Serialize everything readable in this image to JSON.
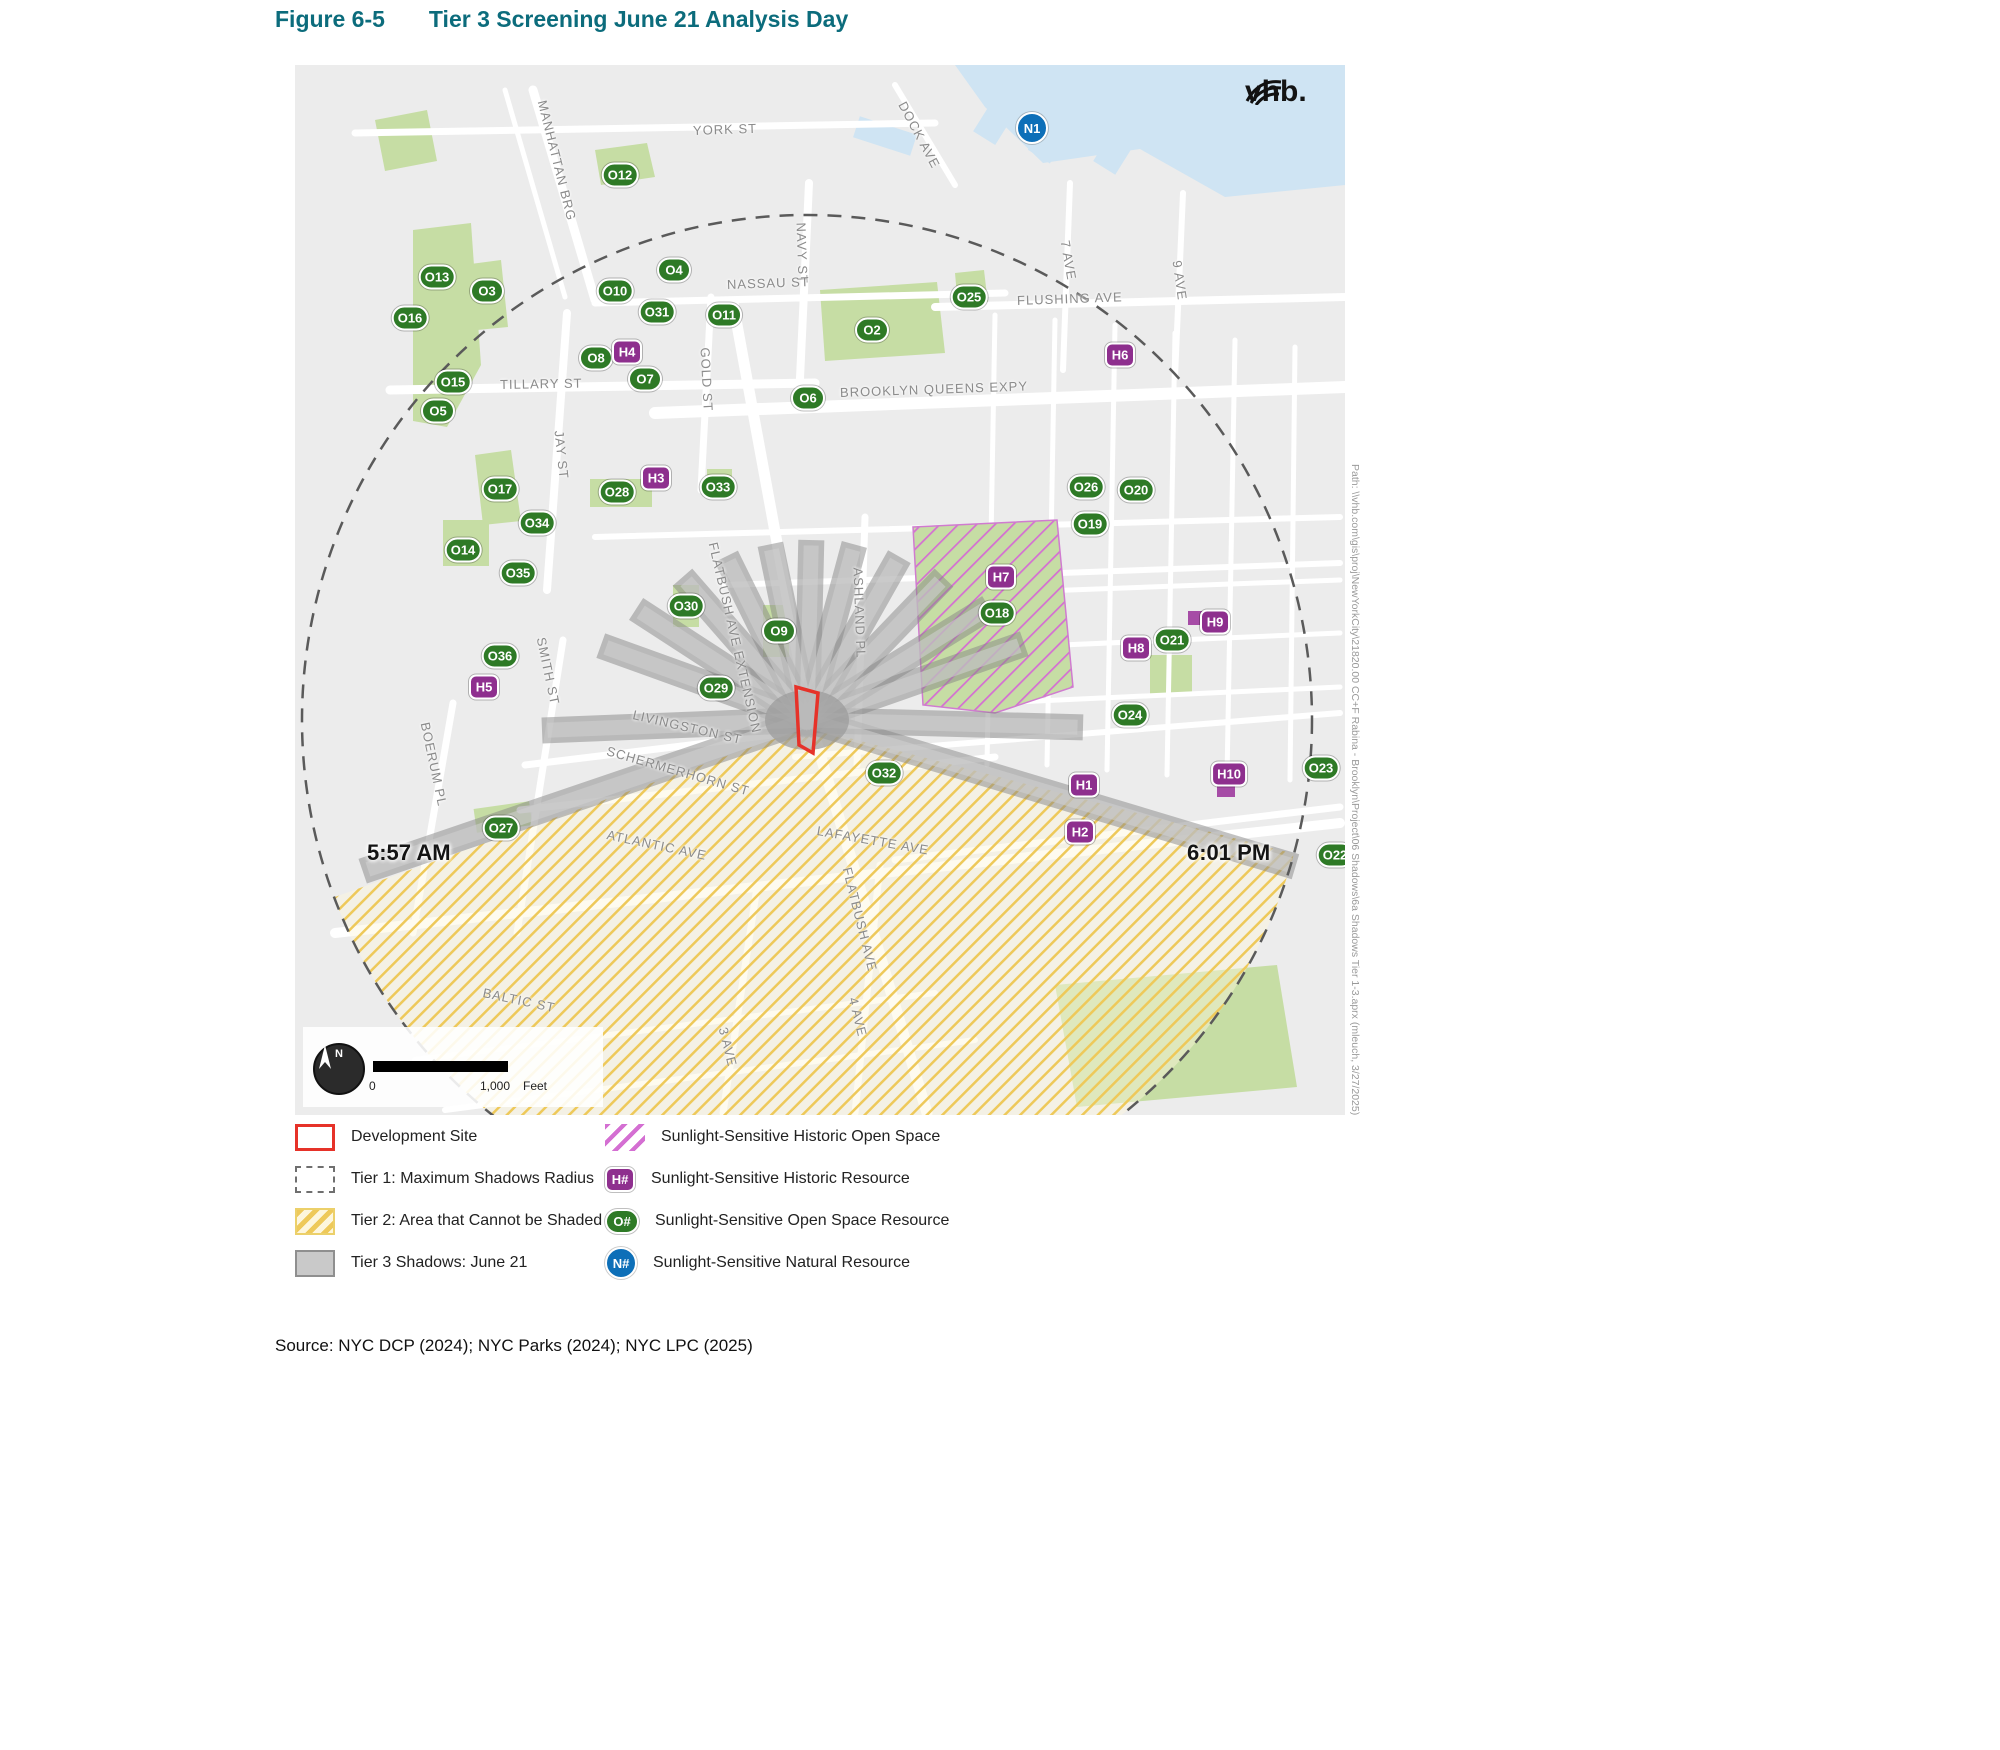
{
  "figure": {
    "label": "Figure 6-5",
    "title": "Tier 3 Screening June 21 Analysis Day"
  },
  "map": {
    "logo_text": "vhb.",
    "north_label": "N",
    "time_labels": {
      "sunrise": "5:57 AM",
      "sunset": "6:01 PM"
    },
    "scale": {
      "zero": "0",
      "max": "1,000",
      "unit": "Feet"
    },
    "path_note": "Path: \\\\vhb.com\\gis\\proj\\NewYorkCity\\21820.00 CC+F Rabina - Brooklyn\\Project\\06 Shadows\\6a Shadows Tier 1-3.aprx (mleuch, 3/27/2025)",
    "streets": [
      {
        "label": "YORK ST"
      },
      {
        "label": "MANHATTAN BRG"
      },
      {
        "label": "DOCK AVE"
      },
      {
        "label": "NAVY ST"
      },
      {
        "label": "NASSAU ST"
      },
      {
        "label": "FLUSHING AVE"
      },
      {
        "label": "7 AVE"
      },
      {
        "label": "9 AVE"
      },
      {
        "label": "TILLARY ST"
      },
      {
        "label": "GOLD ST"
      },
      {
        "label": "BROOKLYN QUEENS EXPY"
      },
      {
        "label": "JAY ST"
      },
      {
        "label": "FLATBUSH AVE EXTENSION"
      },
      {
        "label": "ASHLAND PL"
      },
      {
        "label": "SMITH ST"
      },
      {
        "label": "BOERUM PL"
      },
      {
        "label": "LIVINGSTON ST"
      },
      {
        "label": "SCHERMERHORN ST"
      },
      {
        "label": "ATLANTIC AVE"
      },
      {
        "label": "LAFAYETTE AVE"
      },
      {
        "label": "FLATBUSH AVE"
      },
      {
        "label": "BALTIC ST"
      },
      {
        "label": "3 AVE"
      },
      {
        "label": "4 AVE"
      }
    ],
    "open_space_markers": [
      {
        "label": "O2"
      },
      {
        "label": "O3"
      },
      {
        "label": "O4"
      },
      {
        "label": "O5"
      },
      {
        "label": "O6"
      },
      {
        "label": "O7"
      },
      {
        "label": "O8"
      },
      {
        "label": "O9"
      },
      {
        "label": "O10"
      },
      {
        "label": "O11"
      },
      {
        "label": "O12"
      },
      {
        "label": "O13"
      },
      {
        "label": "O14"
      },
      {
        "label": "O15"
      },
      {
        "label": "O16"
      },
      {
        "label": "O17"
      },
      {
        "label": "O18"
      },
      {
        "label": "O19"
      },
      {
        "label": "O20"
      },
      {
        "label": "O21"
      },
      {
        "label": "O22"
      },
      {
        "label": "O23"
      },
      {
        "label": "O24"
      },
      {
        "label": "O25"
      },
      {
        "label": "O26"
      },
      {
        "label": "O27"
      },
      {
        "label": "O28"
      },
      {
        "label": "O29"
      },
      {
        "label": "O30"
      },
      {
        "label": "O31"
      },
      {
        "label": "O32"
      },
      {
        "label": "O33"
      },
      {
        "label": "O34"
      },
      {
        "label": "O35"
      },
      {
        "label": "O36"
      }
    ],
    "historic_markers": [
      {
        "label": "H1"
      },
      {
        "label": "H2"
      },
      {
        "label": "H3"
      },
      {
        "label": "H4"
      },
      {
        "label": "H5"
      },
      {
        "label": "H6"
      },
      {
        "label": "H7"
      },
      {
        "label": "H8"
      },
      {
        "label": "H9"
      },
      {
        "label": "H10"
      }
    ],
    "natural_markers": [
      {
        "label": "N1"
      }
    ]
  },
  "legend": {
    "development_site": "Development Site",
    "tier1": "Tier 1: Maximum Shadows Radius",
    "tier2": "Tier 2: Area that Cannot be Shaded",
    "tier3": "Tier 3 Shadows: June 21",
    "historic_open_space": "Sunlight-Sensitive Historic Open Space",
    "historic_resource": {
      "symbol": "H#",
      "label": "Sunlight-Sensitive Historic Resource"
    },
    "open_space_resource": {
      "symbol": "O#",
      "label": "Sunlight-Sensitive Open Space Resource"
    },
    "natural_resource": {
      "symbol": "N#",
      "label": "Sunlight-Sensitive Natural Resource"
    }
  },
  "source": "Source: NYC DCP (2024); NYC Parks (2024); NYC LPC (2025)",
  "colors": {
    "title_teal": "#0c6c7c",
    "open_space_green": "#2e7a26",
    "historic_purple": "#8e2f8e",
    "natural_blue": "#0d6fb8",
    "development_red": "#e63229",
    "tier2_yellow": "#eec95a",
    "historic_hatch_magenta": "#d46fd2",
    "shadow_gray": "#9a9a9a"
  }
}
